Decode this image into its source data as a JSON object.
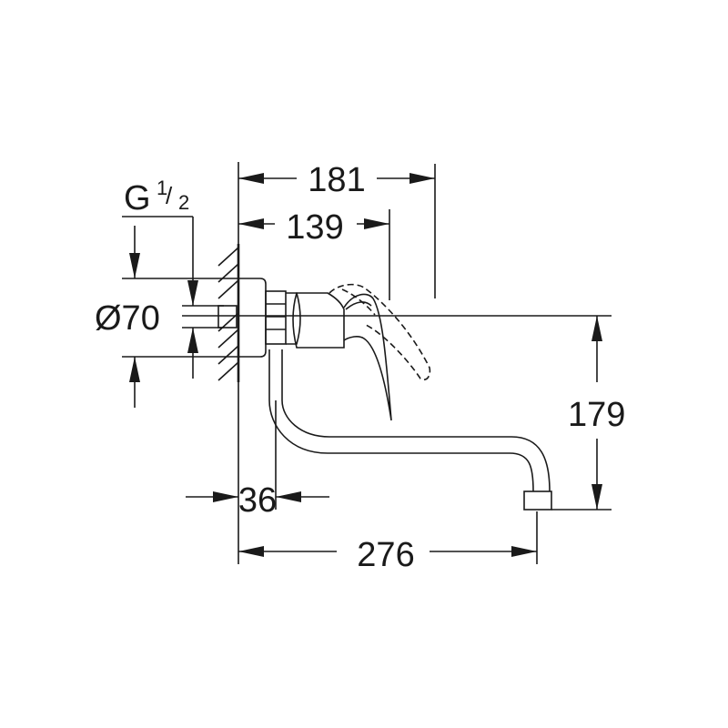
{
  "dimensions": {
    "overall_depth": "181",
    "lever_depth": "139",
    "thread_main": "G",
    "thread_num": "1",
    "thread_den": "2",
    "diameter": "Ø70",
    "height": "179",
    "wall_offset": "36",
    "spout_reach": "276"
  },
  "colors": {
    "line": "#1a1a1a",
    "background": "#ffffff"
  }
}
